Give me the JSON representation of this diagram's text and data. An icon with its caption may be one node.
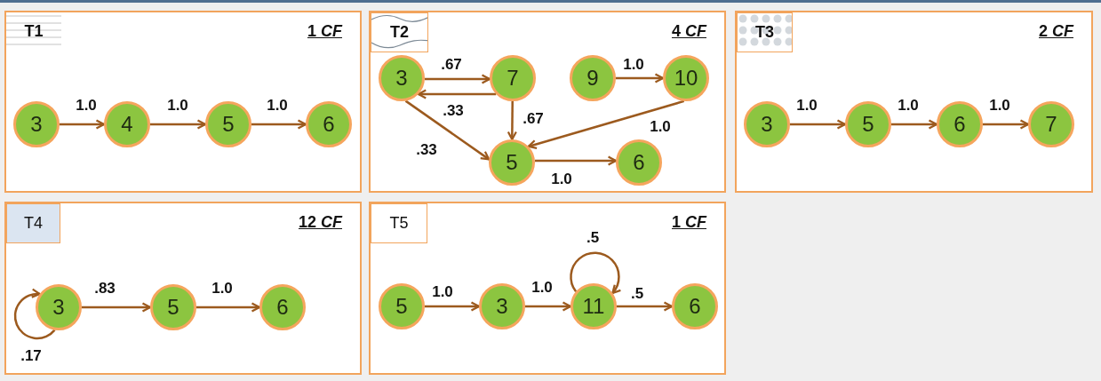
{
  "diagram": {
    "nodes": [
      {
        "text": [
          "1 *CF*"
        ]
      },
      {
        "text": [
          "T1"
        ],
        "in": 0
      },
      {
        "text": [
          "3"
        ],
        "in": 0
      },
      {
        "text": [
          "4"
        ],
        "in": 0
      },
      {
        "text": [
          "5"
        ],
        "in": 0
      },
      {
        "text": [
          "6"
        ],
        "in": 0
      },
      {
        "text": [
          "4 *CF*"
        ]
      },
      {
        "text": [
          "T2"
        ],
        "in": 6
      },
      {
        "text": [
          "3"
        ],
        "in": 6
      },
      {
        "text": [
          "7"
        ],
        "in": 6
      },
      {
        "text": [
          "9"
        ],
        "in": 6
      },
      {
        "text": [
          "10"
        ],
        "in": 6
      },
      {
        "text": [
          "5"
        ],
        "in": 6
      },
      {
        "text": [
          "6"
        ],
        "in": 6
      },
      {
        "text": [
          "2 *CF*"
        ]
      },
      {
        "text": [
          "T3"
        ],
        "in": 14
      },
      {
        "text": [
          "3"
        ],
        "in": 14
      },
      {
        "text": [
          "5"
        ],
        "in": 14
      },
      {
        "text": [
          "6"
        ],
        "in": 14
      },
      {
        "text": [
          "7"
        ],
        "in": 14
      },
      {
        "text": [
          "12 *CF*"
        ]
      },
      {
        "text": [
          "T4"
        ],
        "in": 20
      },
      {
        "text": [
          "3"
        ],
        "in": 20
      },
      {
        "text": [
          "5"
        ],
        "in": 20
      },
      {
        "text": [
          "6"
        ],
        "in": 20
      },
      {
        "text": [
          "1 *CF*"
        ]
      },
      {
        "text": [
          "T5"
        ],
        "in": 25
      },
      {
        "text": [
          "5"
        ],
        "in": 25
      },
      {
        "text": [
          "3"
        ],
        "in": 25
      },
      {
        "text": [
          "11"
        ],
        "in": 25
      },
      {
        "text": [
          "6"
        ],
        "in": 25
      }
    ],
    "edges": [
      {
        "from": 2,
        "to": 3,
        "arrow": "to",
        "label": "1.0"
      },
      {
        "from": 3,
        "to": 4,
        "arrow": "to",
        "label": "1.0"
      },
      {
        "from": 4,
        "to": 5,
        "arrow": "to",
        "label": "1.0"
      },
      {
        "from": 8,
        "to": 9,
        "arrow": "to",
        "label": ".67"
      },
      {
        "from": 9,
        "to": 8,
        "arrow": "to",
        "label": ".33"
      },
      {
        "from": 8,
        "to": 12,
        "arrow": "to",
        "label": ".33"
      },
      {
        "from": 9,
        "to": 12,
        "arrow": "to",
        "label": ".67"
      },
      {
        "from": 10,
        "to": 11,
        "arrow": "to",
        "label": "1.0"
      },
      {
        "from": 11,
        "to": 12,
        "arrow": "to",
        "label": "1.0"
      },
      {
        "from": 12,
        "to": 13,
        "arrow": "to",
        "label": "1.0"
      },
      {
        "from": 16,
        "to": 17,
        "arrow": "to",
        "label": "1.0"
      },
      {
        "from": 17,
        "to": 18,
        "arrow": "to",
        "label": "1.0"
      },
      {
        "from": 18,
        "to": 19,
        "arrow": "to",
        "label": "1.0"
      },
      {
        "from": 22,
        "to": 22,
        "arrow": "to",
        "label": ".17"
      },
      {
        "from": 22,
        "to": 23,
        "arrow": "to",
        "label": ".83"
      },
      {
        "from": 23,
        "to": 24,
        "arrow": "to",
        "label": "1.0"
      },
      {
        "from": 27,
        "to": 28,
        "arrow": "to",
        "label": "1.0"
      },
      {
        "from": 28,
        "to": 29,
        "arrow": "to",
        "label": "1.0"
      },
      {
        "from": 29,
        "to": 29,
        "arrow": "to",
        "label": ".5"
      },
      {
        "from": 29,
        "to": 30,
        "arrow": "to",
        "label": ".5"
      }
    ]
  }
}
